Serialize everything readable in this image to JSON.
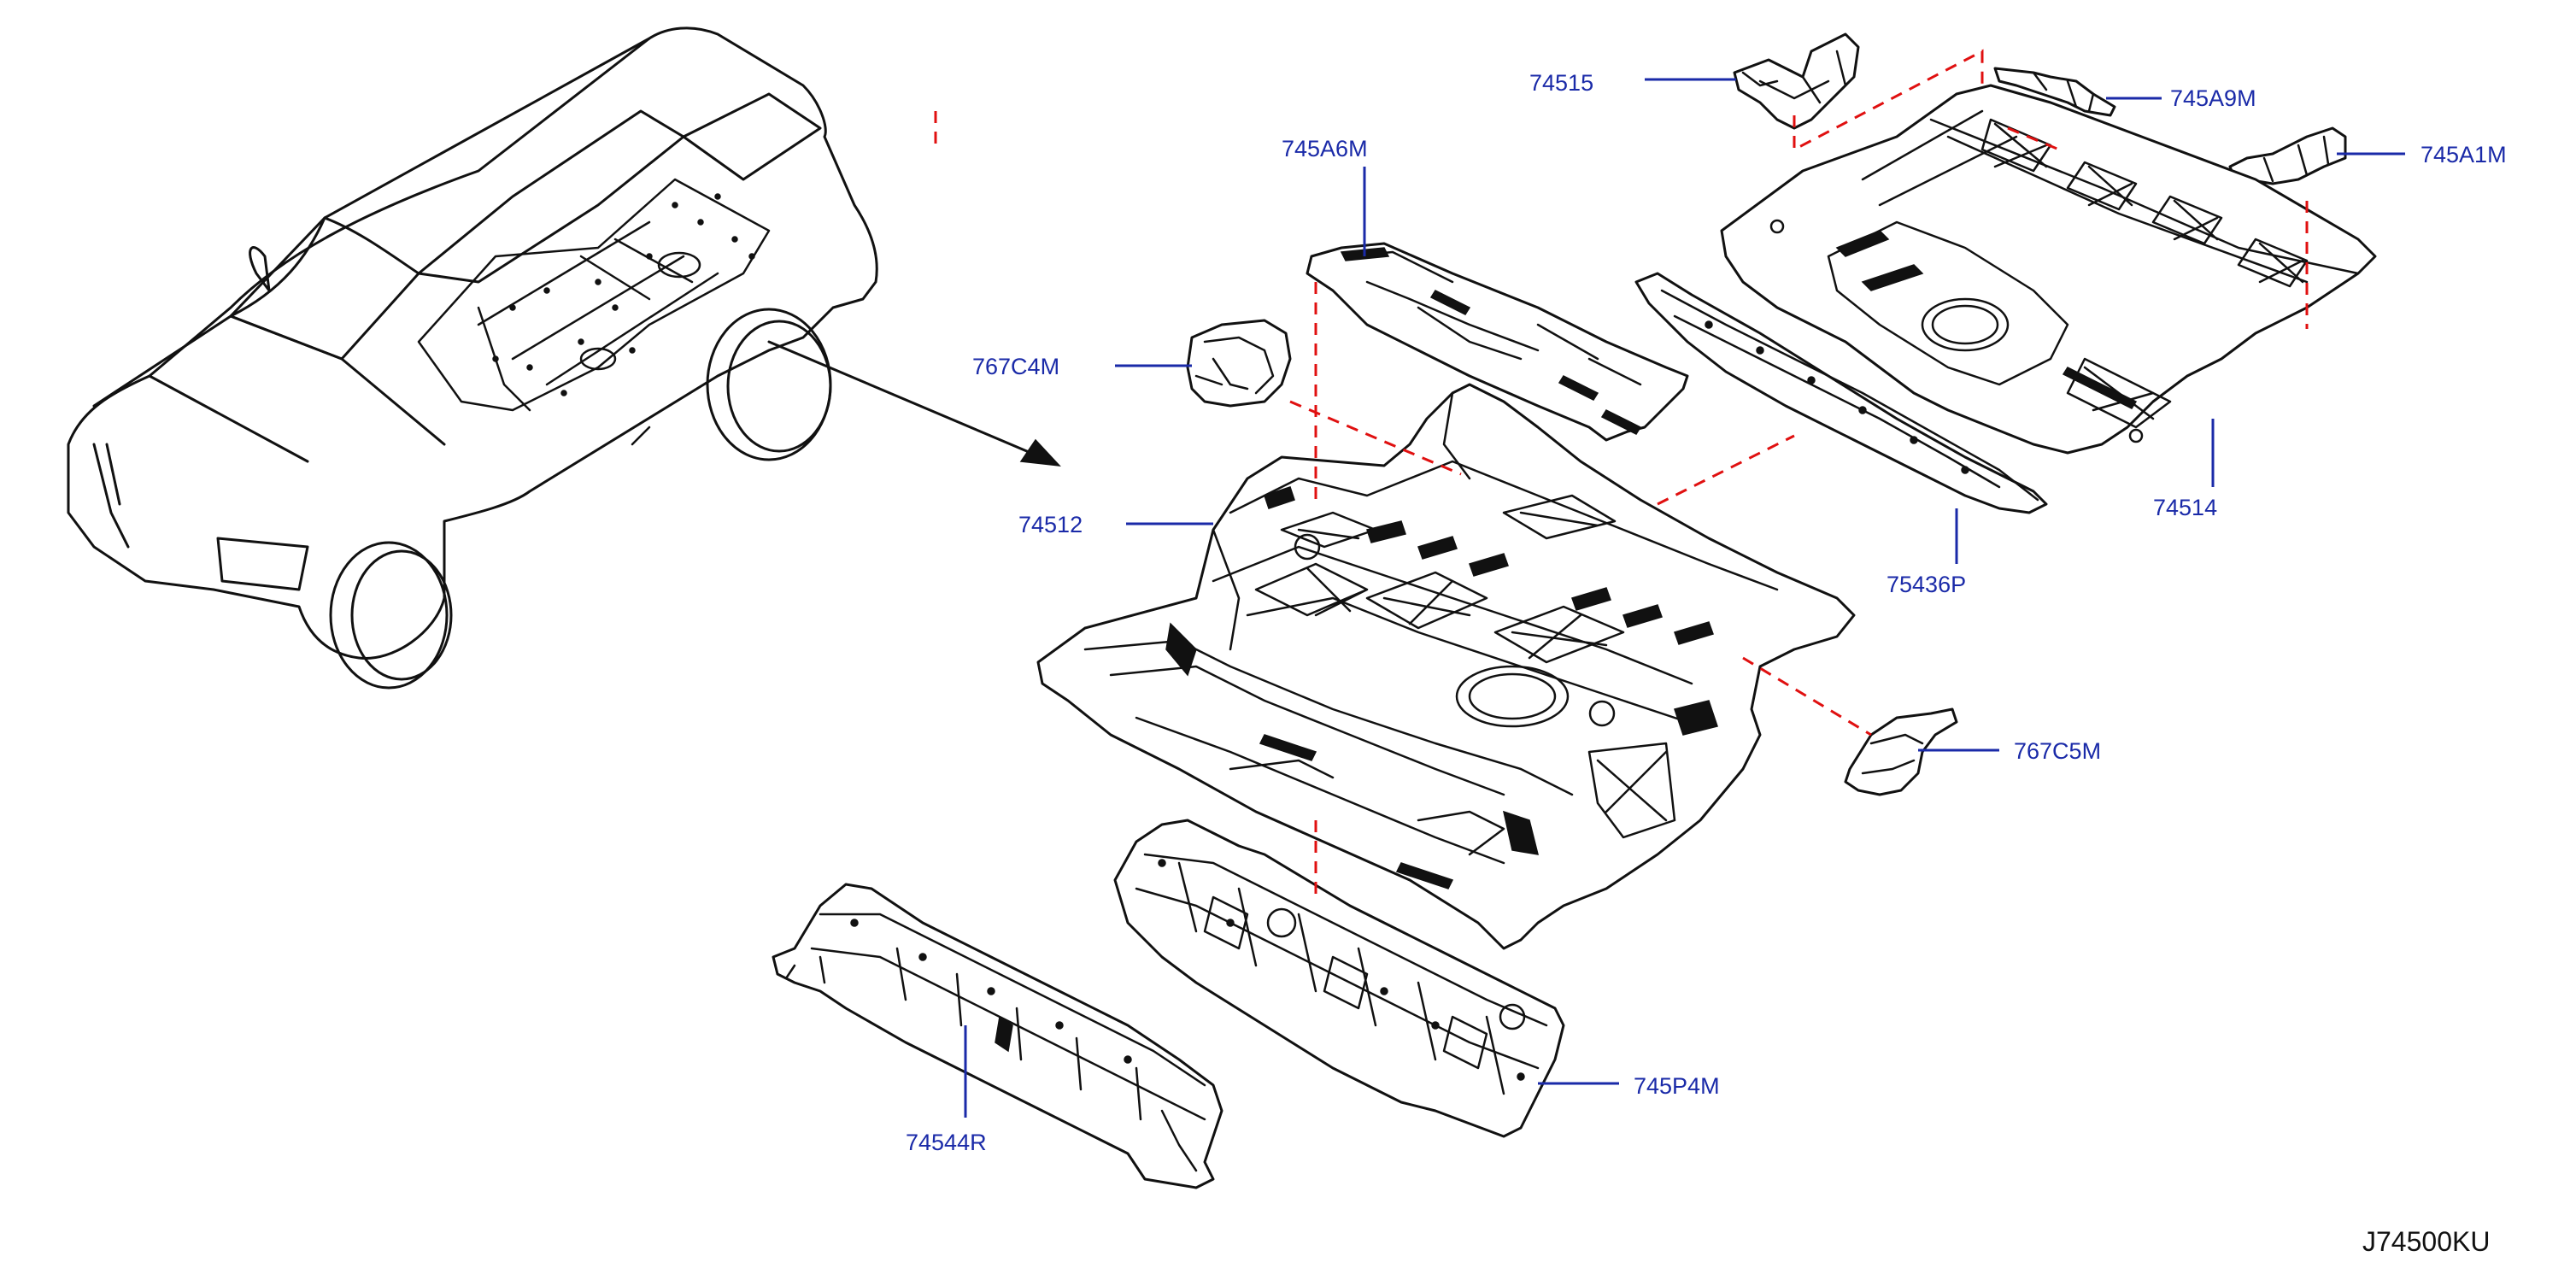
{
  "diagram": {
    "code": "J74500KU",
    "colors": {
      "callout": "#1a2aa8",
      "dashed_reference": "#e01010",
      "line_art": "#111111"
    },
    "callouts": {
      "c74515": "74515",
      "c745A9M": "745A9M",
      "c745A1M": "745A1M",
      "c745A6M": "745A6M",
      "c767C4M": "767C4M",
      "c74512": "74512",
      "c74514": "74514",
      "c75436P": "75436P",
      "c767C5M": "767C5M",
      "c745P4M": "745P4M",
      "c74544R": "74544R"
    }
  }
}
